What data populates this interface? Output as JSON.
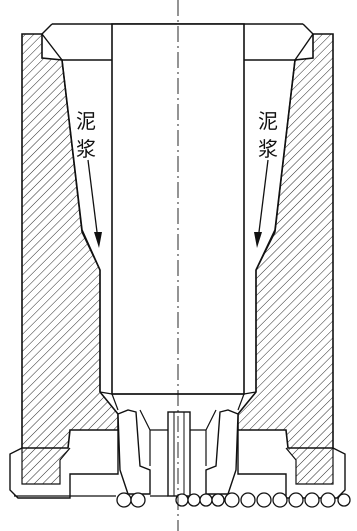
{
  "figure": {
    "labels": {
      "left": [
        "泥",
        "浆"
      ],
      "right": [
        "泥",
        "浆"
      ]
    },
    "colors": {
      "line": "#111111",
      "hatch": "#111111",
      "background": "#ffffff"
    },
    "hatch_pattern": "diagonal-45",
    "centerline_style": "dash-dot"
  }
}
